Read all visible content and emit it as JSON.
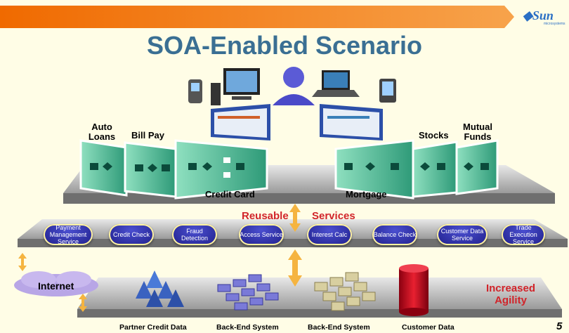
{
  "header": {
    "logo_text": "Sun",
    "logo_subtext": "microsystems"
  },
  "title": "SOA-Enabled Scenario",
  "applications": {
    "auto_loans": "Auto Loans",
    "bill_pay": "Bill Pay",
    "credit_card": "Credit Card",
    "mortgage": "Mortgage",
    "stocks": "Stocks",
    "mutual_funds": "Mutual Funds"
  },
  "reusable": "Reusable",
  "services_word": "Services",
  "services": [
    "Payment Management Service",
    "Credit Check",
    "Fraud Detection",
    "Access Service",
    "Interest Calc",
    "Balance Check",
    "Customer Data Service",
    "Trade Execution Service"
  ],
  "internet": "Internet",
  "agility": "Increased Agility",
  "backends": [
    "Partner Credit Data",
    "Back-End System",
    "Back-End System",
    "Customer Data"
  ],
  "page_number": "5",
  "colors": {
    "accent": "#f06a00",
    "title": "#3a6f93",
    "red": "#d1242a",
    "pill": "#2a2ab0",
    "arrow": "#f5b440"
  }
}
